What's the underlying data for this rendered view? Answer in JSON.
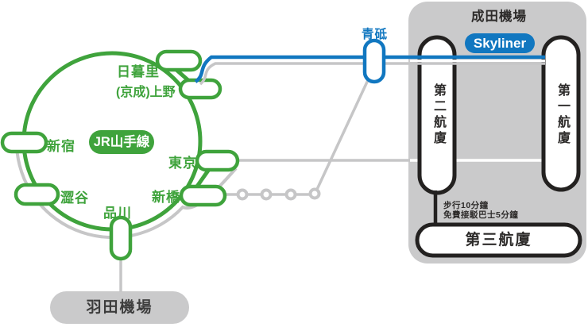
{
  "map": {
    "loop_label": "JR山手線",
    "stations": {
      "nippori": "日暮里",
      "keisei_ueno": "(京成)上野",
      "shinjuku": "新宿",
      "shibuya": "澀谷",
      "shinagawa": "品川",
      "shimbashi": "新橋",
      "tokyo": "東京",
      "aoto": "青砥"
    },
    "skyliner_label": "Skyliner",
    "narita": {
      "title": "成田機場",
      "terminal1": "第一航廈",
      "terminal2": "第二航廈",
      "terminal3": "第三航廈",
      "note_line1": "步行10分鐘",
      "note_line2": "免費接駁巴士5分鐘"
    },
    "haneda": {
      "title": "羽田機場"
    },
    "colors": {
      "green": "#3FA33C",
      "blue": "#1177C0",
      "line_gray": "#C6C6C7",
      "box_gray": "#CACACB",
      "dark": "#232120",
      "text_dark": "#2D2B2A"
    }
  }
}
